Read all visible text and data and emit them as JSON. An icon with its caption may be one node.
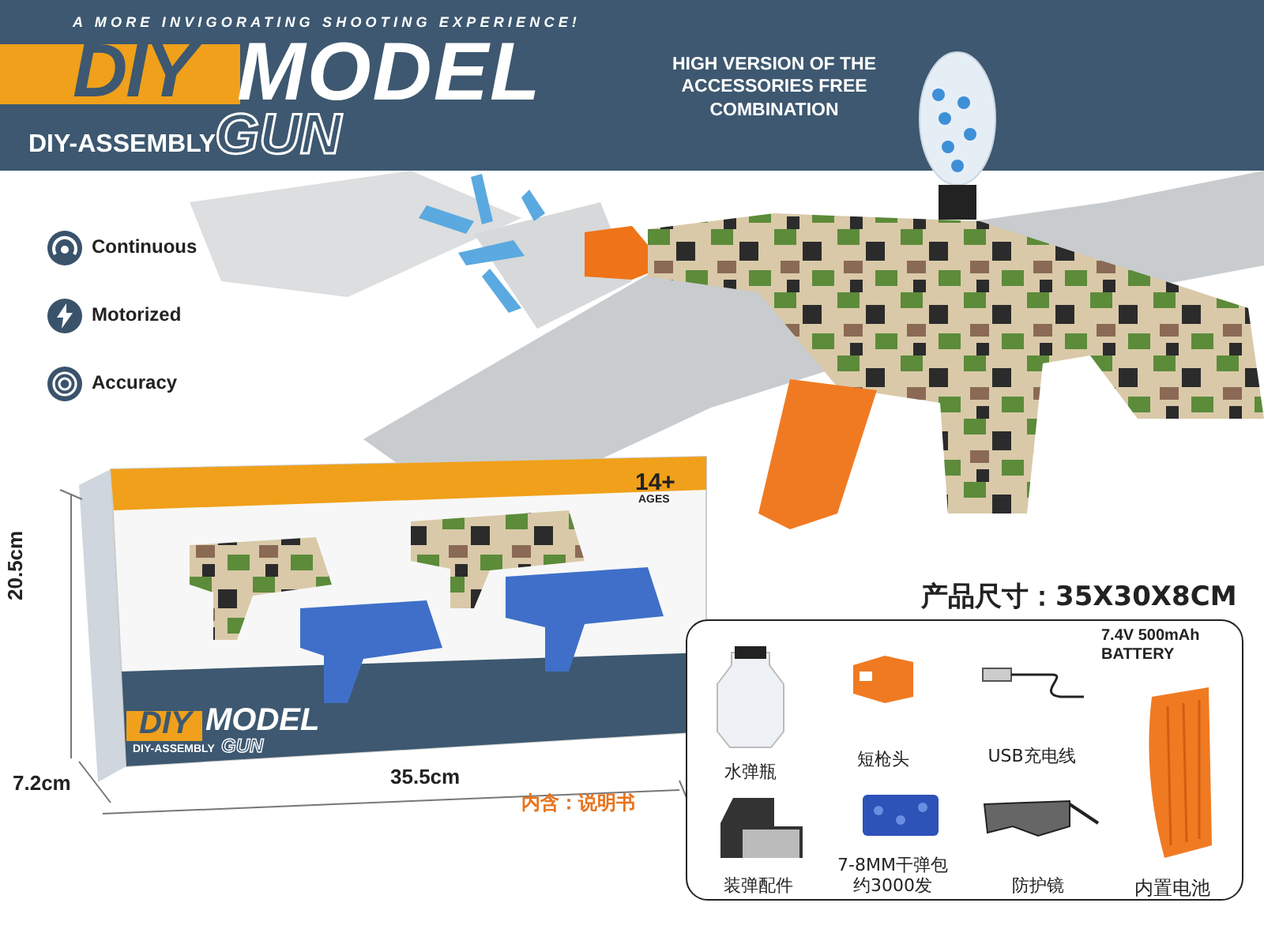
{
  "diagram": {
    "nodes": [
      {
        "text": [],
        "shape": "box"
      },
      {
        "text": [
          "水弹瓶"
        ],
        "in": 0
      },
      {
        "text": [
          "短枪头"
        ],
        "in": 0
      },
      {
        "text": [
          "USB充电线"
        ],
        "in": 0
      },
      {
        "text": [
          "7.4V 500mAh BATTERY",
          "内置电池"
        ],
        "in": 0
      },
      {
        "text": [
          "装弹配件"
        ],
        "in": 0
      },
      {
        "text": [
          "7-8MM干弹包约3000发"
        ],
        "in": 0
      },
      {
        "text": [
          "防护镜"
        ],
        "in": 0
      }
    ],
    "labels": [
      "A MORE INVIGORATING SHOOTING EXPERIENCE!",
      "DIY",
      "MODEL",
      "GUN",
      "DIY-ASSEMBLY",
      "HIGH VERSION OF THE ACCESSORIES FREE COMBINATION",
      "Continuous",
      "Motorized",
      "Accuracy",
      "14+",
      "AGES",
      "DIY",
      "MODEL",
      "GUN",
      "DIY-ASSEMBLY",
      "20.5cm",
      "产品尺寸：35X30X8CM",
      "7.2cm",
      "35.5cm",
      "内含：说明书"
    ]
  }
}
